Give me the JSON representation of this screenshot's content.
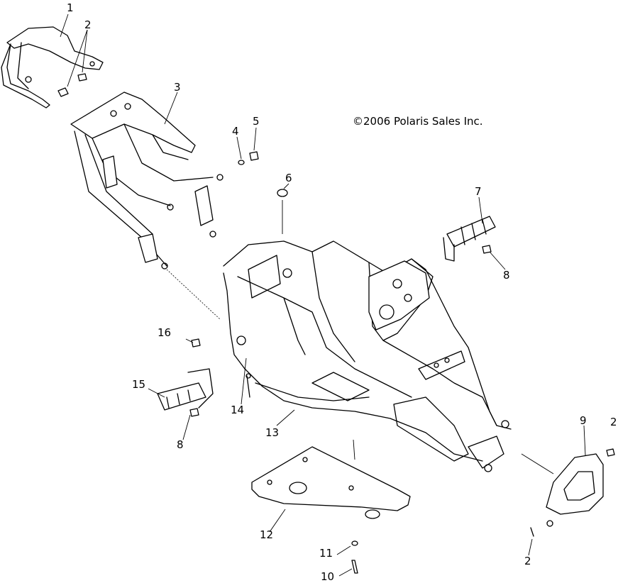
{
  "copyright": "©2006 Polaris Sales Inc.",
  "callouts": {
    "c1": "1",
    "c2a": "2",
    "c3": "3",
    "c4": "4",
    "c5": "5",
    "c6": "6",
    "c7": "7",
    "c8a": "8",
    "c2b": "2",
    "c9": "9",
    "c16": "16",
    "c15": "15",
    "c8b": "8",
    "c14": "14",
    "c13": "13",
    "c12": "12",
    "c11": "11",
    "c10": "10",
    "c2c": "2"
  }
}
